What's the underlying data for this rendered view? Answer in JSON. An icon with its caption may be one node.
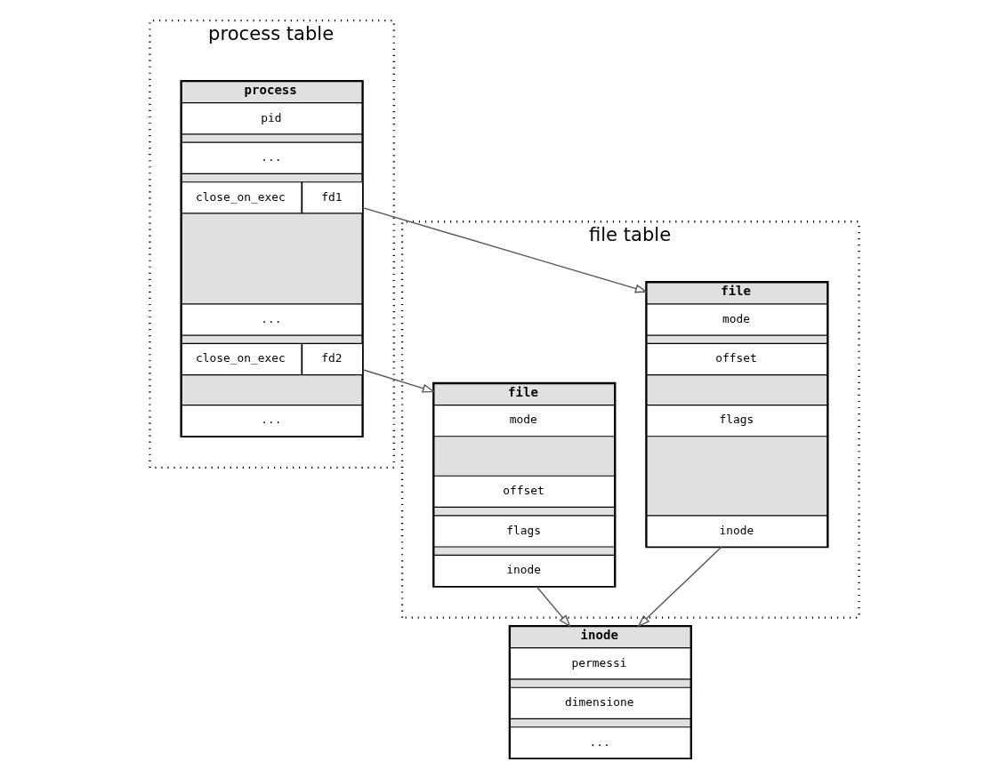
{
  "diagram": {
    "nodes": [
      {
        "text": [
          "process table"
        ]
      },
      {
        "text": [
          "process"
        ],
        "in": 0
      },
      {
        "text": [
          "pid"
        ],
        "in": 1
      },
      {
        "text": [
          "..."
        ],
        "in": 1
      },
      {
        "text": [
          "close_on_exec"
        ],
        "in": 1
      },
      {
        "text": [
          "fd1"
        ],
        "in": 1
      },
      {
        "text": [
          "..."
        ],
        "in": 1
      },
      {
        "text": [
          "close_on_exec"
        ],
        "in": 1
      },
      {
        "text": [
          "fd2"
        ],
        "in": 1
      },
      {
        "text": [
          "..."
        ],
        "in": 1
      },
      {
        "text": [
          "file table"
        ]
      },
      {
        "text": [
          "file"
        ],
        "in": 10
      },
      {
        "text": [
          "mode"
        ],
        "in": 11
      },
      {
        "text": [
          "offset"
        ],
        "in": 11
      },
      {
        "text": [
          "flags"
        ],
        "in": 11
      },
      {
        "text": [
          "inode"
        ],
        "in": 11
      },
      {
        "text": [
          "file"
        ],
        "in": 10
      },
      {
        "text": [
          "mode"
        ],
        "in": 16
      },
      {
        "text": [
          "offset"
        ],
        "in": 16
      },
      {
        "text": [
          "flags"
        ],
        "in": 16
      },
      {
        "text": [
          "inode"
        ],
        "in": 16
      },
      {
        "text": [
          "inode"
        ]
      },
      {
        "text": [
          "permessi"
        ],
        "in": 21
      },
      {
        "text": [
          "dimensione"
        ],
        "in": 21
      },
      {
        "text": [
          "..."
        ],
        "in": 21
      }
    ],
    "edges": [
      {
        "from": 5,
        "to": 11,
        "arrow": "to"
      },
      {
        "from": 8,
        "to": 16,
        "arrow": "to"
      },
      {
        "from": 15,
        "to": 21,
        "arrow": "to"
      },
      {
        "from": 20,
        "to": 21,
        "arrow": "to"
      }
    ]
  }
}
